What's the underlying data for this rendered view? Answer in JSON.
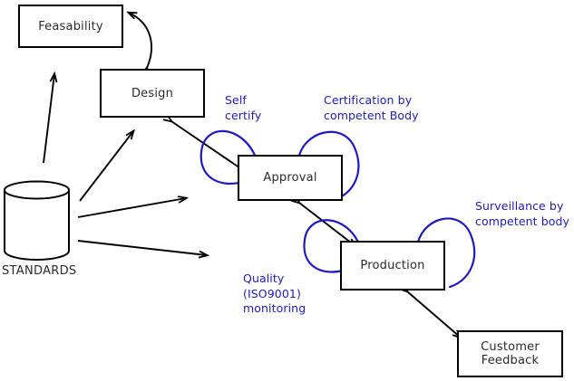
{
  "diagram": {
    "title": "Standards-driven product lifecycle diagram",
    "colors": {
      "node_stroke": "#000000",
      "node_fill": "#ffffff",
      "node_text": "#2b2b2b",
      "annotation_text": "#1d19c8",
      "annotation_stroke": "#1d19c8",
      "connector_stroke": "#000000",
      "background": "#ffffff"
    },
    "nodes": [
      {
        "id": "feasability",
        "label": "Feasability",
        "shape": "rectangle"
      },
      {
        "id": "design",
        "label": "Design",
        "shape": "rectangle"
      },
      {
        "id": "approval",
        "label": "Approval",
        "shape": "rectangle"
      },
      {
        "id": "production",
        "label": "Production",
        "shape": "rectangle"
      },
      {
        "id": "customer-feedback",
        "label": "Customer\nFeedback",
        "shape": "rectangle"
      },
      {
        "id": "standards",
        "label": "STANDARDS",
        "shape": "cylinder"
      }
    ],
    "annotations": [
      {
        "id": "self-certify",
        "label": "Self\ncertify"
      },
      {
        "id": "certification-by-competent-body",
        "label": "Certification by\ncompetent Body"
      },
      {
        "id": "quality-iso9001-monitoring",
        "label": "Quality\n(ISO9001)\nmonitoring"
      },
      {
        "id": "surveillance-by-competent-body",
        "label": "Surveillance by\ncompetent body"
      }
    ],
    "connectors": [
      {
        "id": "feasability-design",
        "from": "design",
        "to": "feasability",
        "style": "curved",
        "heads": "both"
      },
      {
        "id": "standards-feasability",
        "from": "standards",
        "to": "feasability",
        "style": "straight",
        "heads": "single"
      },
      {
        "id": "standards-design",
        "from": "standards",
        "to": "design",
        "style": "straight",
        "heads": "single"
      },
      {
        "id": "standards-approval",
        "from": "standards",
        "to": "approval",
        "style": "straight",
        "heads": "single"
      },
      {
        "id": "standards-production",
        "from": "standards",
        "to": "production",
        "style": "straight",
        "heads": "single"
      },
      {
        "id": "design-approval",
        "from": "design",
        "to": "approval",
        "style": "straight",
        "heads": "both"
      },
      {
        "id": "approval-production",
        "from": "approval",
        "to": "production",
        "style": "straight",
        "heads": "both"
      },
      {
        "id": "production-customer-feedback",
        "from": "production",
        "to": "customer-feedback",
        "style": "straight",
        "heads": "both"
      }
    ],
    "loops": [
      {
        "id": "approval-self-certify-loop",
        "at": "approval",
        "side": "left",
        "annotation": "self-certify"
      },
      {
        "id": "approval-certification-loop",
        "at": "approval",
        "side": "right",
        "annotation": "certification-by-competent-body"
      },
      {
        "id": "production-quality-loop",
        "at": "production",
        "side": "left",
        "annotation": "quality-iso9001-monitoring"
      },
      {
        "id": "production-surveillance-loop",
        "at": "production",
        "side": "right",
        "annotation": "surveillance-by-competent-body"
      }
    ]
  }
}
